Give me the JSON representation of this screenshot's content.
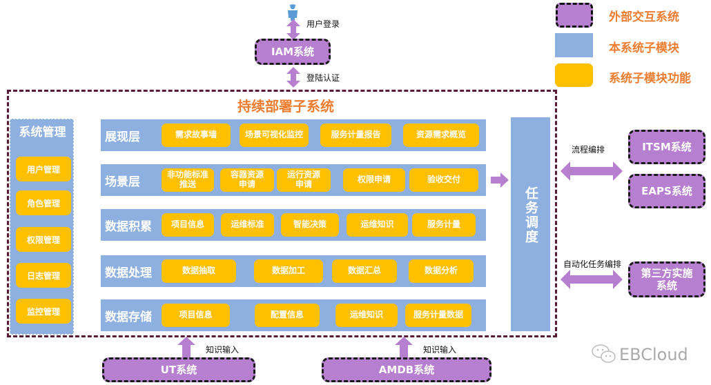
{
  "top": {
    "user_label": "用户登录",
    "iam": "IAM系统",
    "auth_label": "登陆认证"
  },
  "legend": {
    "items": [
      {
        "label": "外部交互系统",
        "color": "#b77fd0"
      },
      {
        "label": "本系统子模块",
        "color": "#8db0e0"
      },
      {
        "label": "系统子模块功能",
        "color": "#ffc000"
      }
    ]
  },
  "main": {
    "title": "持续部署子系统",
    "sidebar": {
      "title": "系统管理",
      "items": [
        "用户管理",
        "角色管理",
        "权限管理",
        "日志管理",
        "监控管理"
      ]
    },
    "layers": [
      {
        "title": "展现层",
        "items": [
          "需求故事墙",
          "场景可视化监控",
          "服务计量报告",
          "资源需求概览"
        ]
      },
      {
        "title": "场景层",
        "items": [
          "非功能标准推送",
          "容器资源申请",
          "运行资源申请",
          "权限申请",
          "验收交付"
        ]
      },
      {
        "title": "数据积累",
        "items": [
          "项目信息",
          "运维标准",
          "智能决策",
          "运维知识",
          "服务计量"
        ]
      },
      {
        "title": "数据处理",
        "items": [
          "数据抽取",
          "数据加工",
          "数据汇总",
          "数据分析"
        ]
      },
      {
        "title": "数据存储",
        "items": [
          "项目信息",
          "配置信息",
          "运维知识",
          "服务计量数据"
        ]
      }
    ],
    "scheduler": "任务调度"
  },
  "right": {
    "flow_label": "流程编排",
    "itsm": "ITSM系统",
    "eaps": "EAPS系统",
    "auto_label": "自动化任务编排",
    "third_party": "第三方实施系统"
  },
  "bottom": {
    "ut": "UT系统",
    "ut_label": "知识输入",
    "amdb": "AMDB系统",
    "amdb_label": "知识输入"
  },
  "watermark": "EBCloud",
  "colors": {
    "external": "#b77fd0",
    "module": "#8db0e0",
    "function": "#ffc000",
    "title": "#ed7d31",
    "boundary": "#5a1a35"
  }
}
